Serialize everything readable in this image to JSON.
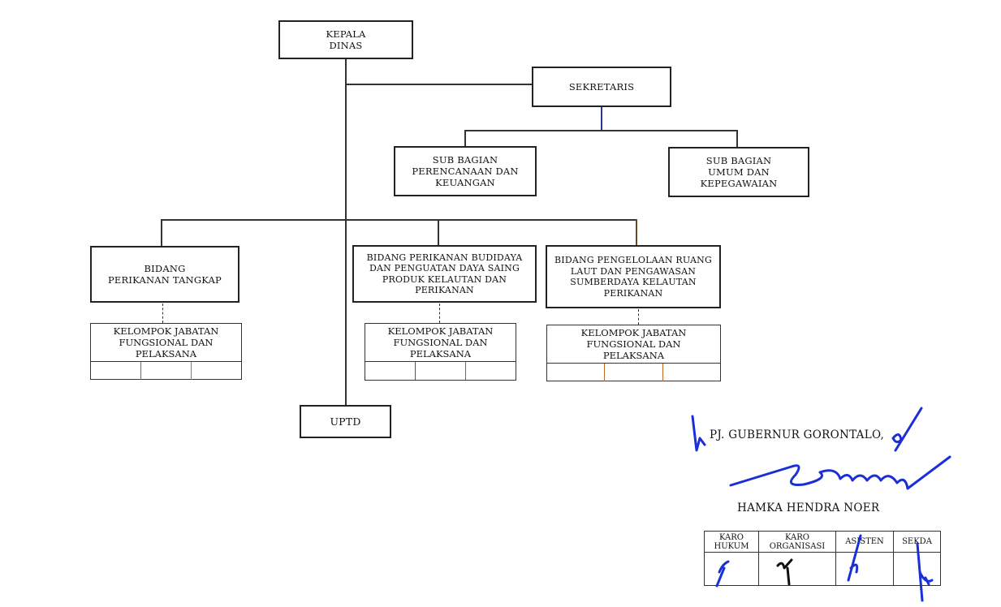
{
  "org_chart": {
    "head": "KEPALA\nDINAS",
    "secretary": "SEKRETARIS",
    "sub_sections": [
      "SUB BAGIAN\nPERENCANAAN DAN\nKEUANGAN",
      "SUB BAGIAN\nUMUM DAN\nKEPEGAWAIAN"
    ],
    "divisions": [
      "BIDANG\nPERIKANAN TANGKAP",
      "BIDANG PERIKANAN BUDIDAYA\nDAN PENGUATAN DAYA SAING\nPRODUK KELAUTAN DAN\nPERIKANAN",
      "BIDANG PENGELOLAAN RUANG\nLAUT DAN PENGAWASAN\nSUMBERDAYA KELAUTAN\nPERIKANAN"
    ],
    "functional_groups": [
      "KELOMPOK JABATAN\nFUNGSIONAL DAN\nPELAKSANA",
      "KELOMPOK JABATAN\nFUNGSIONAL DAN\nPELAKSANA",
      "KELOMPOK JABATAN\nFUNGSIONAL DAN\nPELAKSANA"
    ],
    "uptd": "UPTD"
  },
  "signature": {
    "title": "PJ. GUBERNUR GORONTALO,",
    "name": "HAMKA HENDRA NOER",
    "ink_color": "#1a2fd6"
  },
  "paraf_table": {
    "headers": [
      "KARO\nHUKUM",
      "KARO\nORGANISASI",
      "ASISTEN",
      "SEKDA"
    ]
  }
}
